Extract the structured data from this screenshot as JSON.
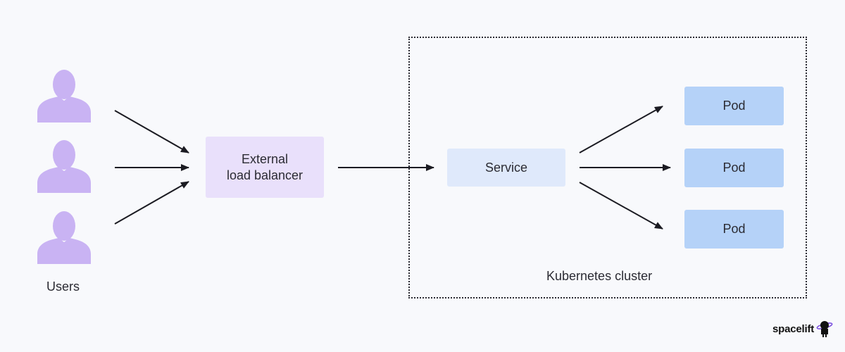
{
  "diagram": {
    "users_label": "Users",
    "load_balancer_label": "External\nload balancer",
    "service_label": "Service",
    "pods": [
      "Pod",
      "Pod",
      "Pod"
    ],
    "cluster_label": "Kubernetes cluster"
  },
  "branding": {
    "logo_text": "spacelift"
  },
  "colors": {
    "background": "#f8f9fc",
    "user_icon": "#c9b3f3",
    "load_balancer": "#e9e0fb",
    "service": "#dfe9fb",
    "pod": "#b5d2f8",
    "arrow": "#1b1b22"
  },
  "icons": {
    "user": "user-icon",
    "logo": "astronaut-planet-icon"
  }
}
